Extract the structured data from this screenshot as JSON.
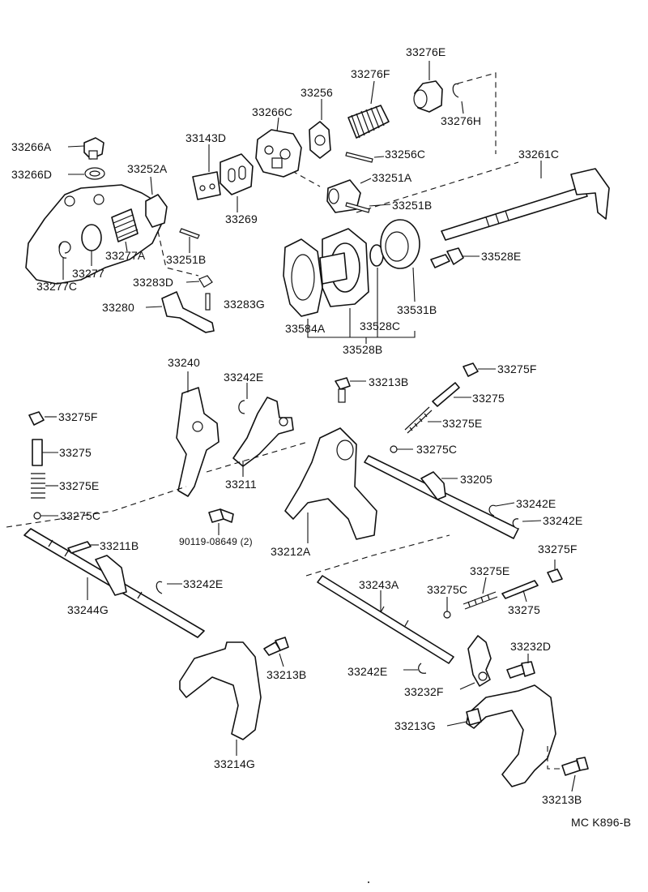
{
  "labels": {
    "p33276E": "33276E",
    "p33276F": "33276F",
    "p33256": "33256",
    "p33266C": "33266C",
    "p33276H": "33276H",
    "p33143D": "33143D",
    "p33266A": "33266A",
    "p33256C": "33256C",
    "p33261C": "33261C",
    "p33252A": "33252A",
    "p33251A": "33251A",
    "p33266D": "33266D",
    "p33251B_top": "33251B",
    "p33269": "33269",
    "p33277A": "33277A",
    "p33528E": "33528E",
    "p33251B_mid": "33251B",
    "p33277": "33277",
    "p33277C": "33277C",
    "p33283D": "33283D",
    "p33280": "33280",
    "p33283G": "33283G",
    "p33531B": "33531B",
    "p33584A": "33584A",
    "p33528C": "33528C",
    "p33528B": "33528B",
    "p33240": "33240",
    "p33242E_a": "33242E",
    "p33213B_a": "33213B",
    "p33275F_a": "33275F",
    "p33275_a": "33275",
    "p33275F_b": "33275F",
    "p33275E_a": "33275E",
    "p33275_b": "33275",
    "p33275C_a": "33275C",
    "p33275E_b": "33275E",
    "p33205": "33205",
    "p33211": "33211",
    "p33275C_b": "33275C",
    "p33242E_b": "33242E",
    "p33242E_c": "33242E",
    "p90119": "90119-08649 (2)",
    "p33212A": "33212A",
    "p33211B": "33211B",
    "p33275F_c": "33275F",
    "p33242E_d": "33242E",
    "p33275E_c": "33275E",
    "p33243A": "33243A",
    "p33275C_c": "33275C",
    "p33244G": "33244G",
    "p33275_c": "33275",
    "p33232D": "33232D",
    "p33213B_b": "33213B",
    "p33242E_e": "33242E",
    "p33232F": "33232F",
    "p33213G": "33213G",
    "p33214G": "33214G",
    "p33213B_c": "33213B",
    "figure_code": "MC K896-B"
  },
  "colors": {
    "ink": "#111111",
    "paper": "#ffffff"
  }
}
